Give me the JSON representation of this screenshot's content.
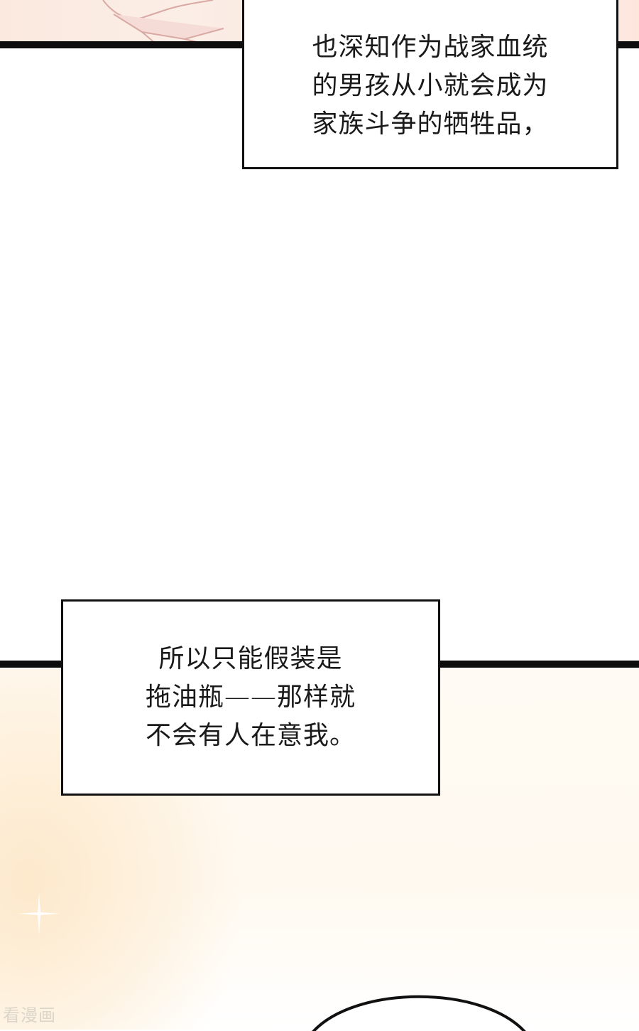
{
  "comic": {
    "panels": [
      {
        "id": "panel-1",
        "caption_lines": "也深知作为战家血统\n的男孩从小就会成为\n家族斗争的牺牲品，"
      },
      {
        "id": "panel-2",
        "caption_lines": "所以只能假装是\n拖油瓶——那样就\n不会有人在意我。"
      }
    ],
    "watermark": "看漫画",
    "colors": {
      "border": "#111111",
      "caption_text": "#1a1a1a",
      "warm_background": "#fde9cc",
      "top_art_pink": "#fbe9df"
    }
  }
}
